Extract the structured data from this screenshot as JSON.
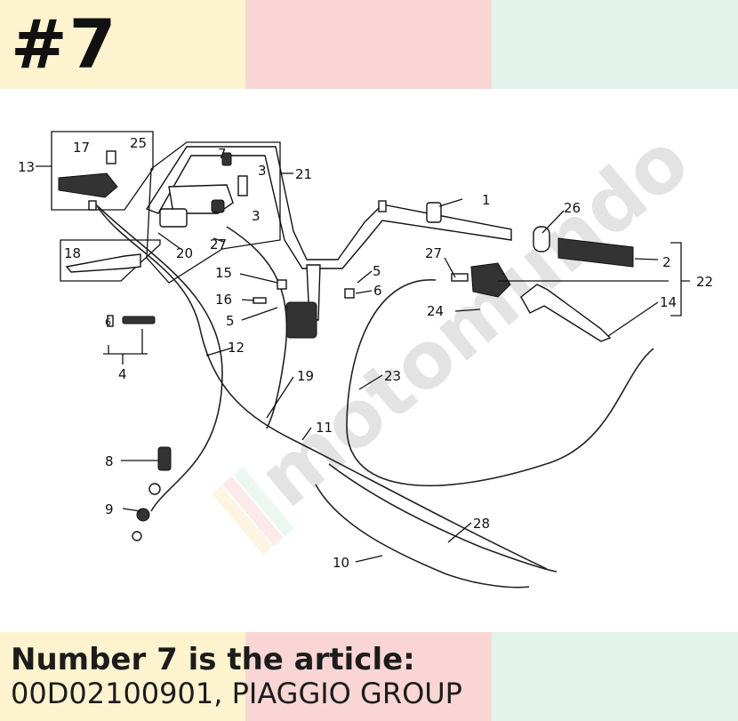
{
  "header": {
    "number": "#7"
  },
  "caption": {
    "line1": "Number 7 is the article:",
    "line2": "00D02100901, PIAGGIO GROUP"
  },
  "colors": {
    "yellow": "#fdf4cf",
    "pink": "#f9d6d5",
    "mint": "#e1f3eb"
  },
  "labels": {
    "l1": "1",
    "l2": "2",
    "l3a": "3",
    "l3b": "3",
    "l4": "4",
    "l5a": "5",
    "l5b": "5",
    "l6a": "6",
    "l6b": "6",
    "l7": "7",
    "l8": "8",
    "l9": "9",
    "l10": "10",
    "l11": "11",
    "l12": "12",
    "l13": "13",
    "l14": "14",
    "l15": "15",
    "l16": "16",
    "l17": "17",
    "l18": "18",
    "l19": "19",
    "l20": "20",
    "l21": "21",
    "l22": "22",
    "l23": "23",
    "l24": "24",
    "l25": "25",
    "l26": "26",
    "l27a": "27",
    "l27b": "27",
    "l28": "28"
  },
  "watermark": "motomundo"
}
